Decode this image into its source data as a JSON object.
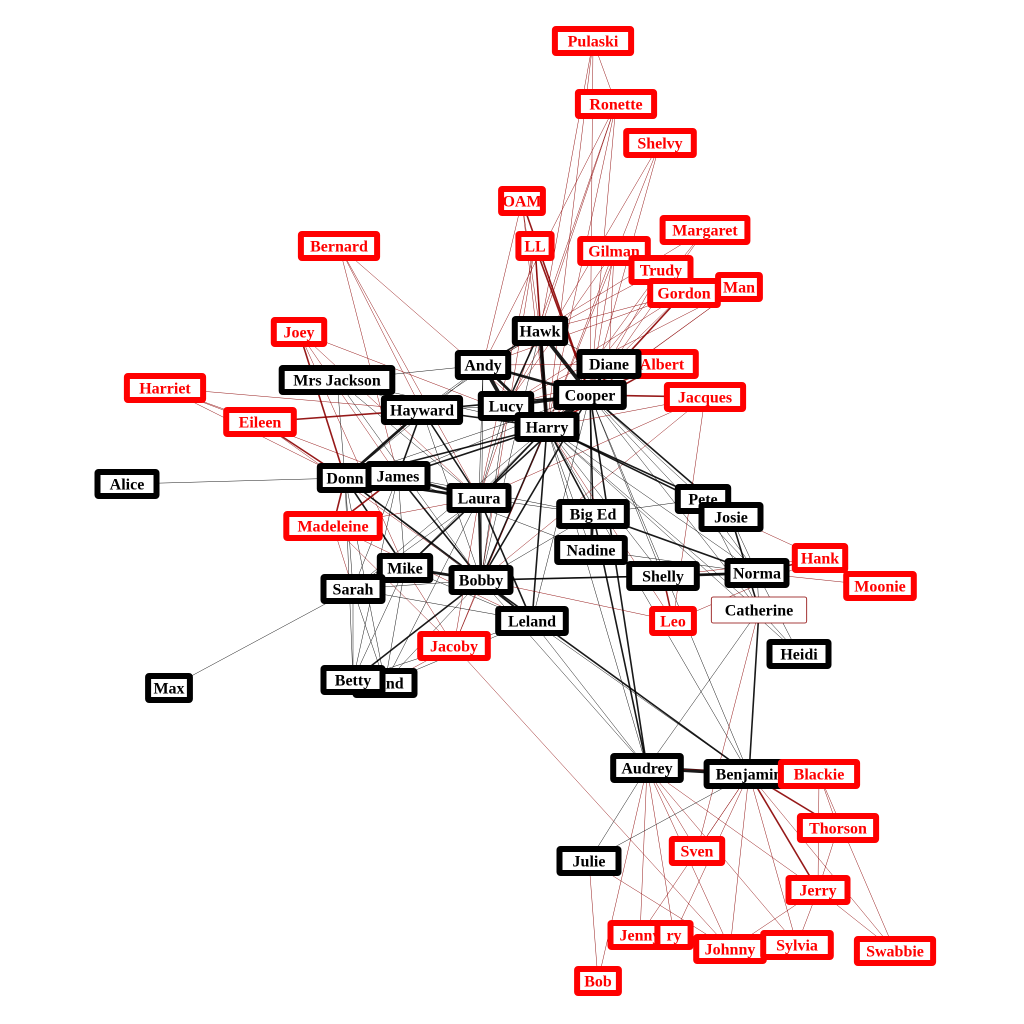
{
  "colors": {
    "main": "#000000",
    "minor": "#ff0000",
    "edge_main": "#000000",
    "edge_minor": "#8b0000",
    "edge_mixed": "#cc0000",
    "label_main": "#ffffff",
    "label_minor": "#ffffff",
    "outline_only": "#ffffff"
  },
  "nodes": [
    {
      "id": "Pulaski",
      "label": "Pulaski",
      "group": "minor"
    },
    {
      "id": "Ronette",
      "label": "Ronette",
      "group": "minor"
    },
    {
      "id": "Shelvy",
      "label": "Shelvy",
      "group": "minor"
    },
    {
      "id": "OAM",
      "label": "OAM",
      "group": "minor"
    },
    {
      "id": "Margaret",
      "label": "Margaret",
      "group": "minor"
    },
    {
      "id": "Bernard",
      "label": "Bernard",
      "group": "minor"
    },
    {
      "id": "LL",
      "label": "LL",
      "group": "minor"
    },
    {
      "id": "Gilman",
      "label": "Gilman",
      "group": "minor"
    },
    {
      "id": "Trudy",
      "label": "Trudy",
      "group": "minor"
    },
    {
      "id": "Man",
      "label": "Man",
      "group": "minor"
    },
    {
      "id": "Gordon",
      "label": "Gordon",
      "group": "minor"
    },
    {
      "id": "Joey",
      "label": "Joey",
      "group": "minor"
    },
    {
      "id": "Hawk",
      "label": "Hawk",
      "group": "main"
    },
    {
      "id": "Albert",
      "label": "Albert",
      "group": "minor"
    },
    {
      "id": "Diane",
      "label": "Diane",
      "group": "main"
    },
    {
      "id": "Andy",
      "label": "Andy",
      "group": "main"
    },
    {
      "id": "Mrs Jackson",
      "label": "Mrs Jackson",
      "group": "main"
    },
    {
      "id": "Harriet",
      "label": "Harriet",
      "group": "minor"
    },
    {
      "id": "Cooper",
      "label": "Cooper",
      "group": "main"
    },
    {
      "id": "Jacques",
      "label": "Jacques",
      "group": "minor"
    },
    {
      "id": "Hayward",
      "label": "Hayward",
      "group": "main"
    },
    {
      "id": "Lucy",
      "label": "Lucy",
      "group": "main"
    },
    {
      "id": "Eileen",
      "label": "Eileen",
      "group": "minor"
    },
    {
      "id": "Harry",
      "label": "Harry",
      "group": "main"
    },
    {
      "id": "Alice",
      "label": "Alice",
      "group": "main"
    },
    {
      "id": "Donna",
      "label": "Donn",
      "group": "main"
    },
    {
      "id": "James",
      "label": "James",
      "group": "main"
    },
    {
      "id": "Laura",
      "label": "Laura",
      "group": "main"
    },
    {
      "id": "Pete",
      "label": "Pete",
      "group": "main"
    },
    {
      "id": "Big Ed",
      "label": "Big Ed",
      "group": "main"
    },
    {
      "id": "Josie",
      "label": "Josie",
      "group": "main"
    },
    {
      "id": "Madeleine",
      "label": "Madeleine",
      "group": "minor"
    },
    {
      "id": "Nadine",
      "label": "Nadine",
      "group": "main"
    },
    {
      "id": "Hank",
      "label": "Hank",
      "group": "minor"
    },
    {
      "id": "Mike",
      "label": "Mike",
      "group": "main"
    },
    {
      "id": "Bobby",
      "label": "Bobby",
      "group": "main"
    },
    {
      "id": "Shelly",
      "label": "Shelly",
      "group": "main"
    },
    {
      "id": "Norma",
      "label": "Norma",
      "group": "main"
    },
    {
      "id": "Moonie",
      "label": "Moonie",
      "group": "minor"
    },
    {
      "id": "Sarah",
      "label": "Sarah",
      "group": "main"
    },
    {
      "id": "Catherine",
      "label": "Catherine",
      "group": "outline"
    },
    {
      "id": "Leland",
      "label": "Leland",
      "group": "main"
    },
    {
      "id": "Leo",
      "label": "Leo",
      "group": "minor"
    },
    {
      "id": "Jacoby",
      "label": "Jacoby",
      "group": "minor"
    },
    {
      "id": "Heidi",
      "label": "Heidi",
      "group": "main"
    },
    {
      "id": "Truman",
      "label": "rland",
      "group": "main"
    },
    {
      "id": "Betty",
      "label": "Betty",
      "group": "main"
    },
    {
      "id": "Max",
      "label": "Max",
      "group": "main"
    },
    {
      "id": "Audrey",
      "label": "Audrey",
      "group": "main"
    },
    {
      "id": "Benjamin",
      "label": "Benjamin",
      "group": "main"
    },
    {
      "id": "Blackie",
      "label": "Blackie",
      "group": "minor"
    },
    {
      "id": "Thorson",
      "label": "Thorson",
      "group": "minor"
    },
    {
      "id": "Sven",
      "label": "Sven",
      "group": "minor"
    },
    {
      "id": "Julie",
      "label": "Julie",
      "group": "main"
    },
    {
      "id": "Jerry",
      "label": "Jerry",
      "group": "minor"
    },
    {
      "id": "Jenny",
      "label": "Jenny",
      "group": "minor"
    },
    {
      "id": "Terry",
      "label": "ry",
      "group": "minor"
    },
    {
      "id": "Johnny",
      "label": "Johnny",
      "group": "minor"
    },
    {
      "id": "Sylvia",
      "label": "Sylvia",
      "group": "minor"
    },
    {
      "id": "Swabbie",
      "label": "Swabbie",
      "group": "minor"
    },
    {
      "id": "Bob",
      "label": "Bob",
      "group": "minor"
    }
  ],
  "edges": [
    [
      "Pulaski",
      "Ronette",
      1
    ],
    [
      "Pulaski",
      "Hawk",
      1
    ],
    [
      "Pulaski",
      "Cooper",
      1
    ],
    [
      "Pulaski",
      "Harry",
      1
    ],
    [
      "Ronette",
      "Hawk",
      1
    ],
    [
      "Ronette",
      "Cooper",
      1
    ],
    [
      "Ronette",
      "Harry",
      1
    ],
    [
      "Ronette",
      "Andy",
      1
    ],
    [
      "Ronette",
      "Laura",
      1
    ],
    [
      "Shelvy",
      "Cooper",
      1
    ],
    [
      "Shelvy",
      "Harry",
      1
    ],
    [
      "Shelvy",
      "Lucy",
      1
    ],
    [
      "OAM",
      "Hawk",
      1
    ],
    [
      "OAM",
      "Cooper",
      2
    ],
    [
      "OAM",
      "Harry",
      1
    ],
    [
      "OAM",
      "Andy",
      1
    ],
    [
      "Margaret",
      "Cooper",
      1
    ],
    [
      "Margaret",
      "Harry",
      1
    ],
    [
      "Margaret",
      "Hawk",
      1
    ],
    [
      "Bernard",
      "Hayward",
      1
    ],
    [
      "Bernard",
      "James",
      1
    ],
    [
      "Bernard",
      "Harry",
      1
    ],
    [
      "Bernard",
      "Laura",
      1
    ],
    [
      "LL",
      "Cooper",
      2
    ],
    [
      "LL",
      "Harry",
      2
    ],
    [
      "LL",
      "Hawk",
      1
    ],
    [
      "LL",
      "Bobby",
      1
    ],
    [
      "LL",
      "Laura",
      1
    ],
    [
      "Gilman",
      "Cooper",
      1
    ],
    [
      "Gilman",
      "Harry",
      1
    ],
    [
      "Gilman",
      "Diane",
      1
    ],
    [
      "Gilman",
      "Lucy",
      1
    ],
    [
      "Trudy",
      "Cooper",
      1
    ],
    [
      "Trudy",
      "Harry",
      1
    ],
    [
      "Trudy",
      "Andy",
      1
    ],
    [
      "Man",
      "Cooper",
      1
    ],
    [
      "Man",
      "Harry",
      1
    ],
    [
      "Man",
      "Lucy",
      1
    ],
    [
      "Gordon",
      "Cooper",
      2
    ],
    [
      "Gordon",
      "Harry",
      1
    ],
    [
      "Gordon",
      "Hawk",
      1
    ],
    [
      "Gordon",
      "Andy",
      1
    ],
    [
      "Gordon",
      "Lucy",
      1
    ],
    [
      "Joey",
      "Donna",
      2
    ],
    [
      "Joey",
      "James",
      1
    ],
    [
      "Joey",
      "Harry",
      1
    ],
    [
      "Joey",
      "Mike",
      1
    ],
    [
      "Joey",
      "Laura",
      1
    ],
    [
      "Hawk",
      "Cooper",
      4
    ],
    [
      "Hawk",
      "Harry",
      4
    ],
    [
      "Hawk",
      "Andy",
      2
    ],
    [
      "Hawk",
      "Lucy",
      2
    ],
    [
      "Hawk",
      "Diane",
      1
    ],
    [
      "Hawk",
      "Bobby",
      1
    ],
    [
      "Hawk",
      "Hayward",
      1
    ],
    [
      "Albert",
      "Cooper",
      2
    ],
    [
      "Albert",
      "Harry",
      2
    ],
    [
      "Albert",
      "Lucy",
      1
    ],
    [
      "Albert",
      "Andy",
      1
    ],
    [
      "Diane",
      "Cooper",
      3
    ],
    [
      "Diane",
      "Harry",
      1
    ],
    [
      "Andy",
      "Cooper",
      3
    ],
    [
      "Andy",
      "Harry",
      3
    ],
    [
      "Andy",
      "Lucy",
      4
    ],
    [
      "Andy",
      "Hayward",
      1
    ],
    [
      "Andy",
      "Donna",
      1
    ],
    [
      "Andy",
      "Bobby",
      1
    ],
    [
      "Andy",
      "Laura",
      1
    ],
    [
      "Mrs Jackson",
      "Hayward",
      1
    ],
    [
      "Mrs Jackson",
      "Laura",
      1
    ],
    [
      "Mrs Jackson",
      "Harry",
      1
    ],
    [
      "Mrs Jackson",
      "Donna",
      1
    ],
    [
      "Mrs Jackson",
      "Bobby",
      1
    ],
    [
      "Mrs Jackson",
      "Andy",
      1
    ],
    [
      "Harriet",
      "Donna",
      1
    ],
    [
      "Harriet",
      "Hayward",
      1
    ],
    [
      "Harriet",
      "James",
      1
    ],
    [
      "Harriet",
      "Eileen",
      1
    ],
    [
      "Cooper",
      "Harry",
      5
    ],
    [
      "Cooper",
      "Lucy",
      3
    ],
    [
      "Cooper",
      "Jacques",
      2
    ],
    [
      "Cooper",
      "Hayward",
      2
    ],
    [
      "Cooper",
      "Laura",
      2
    ],
    [
      "Cooper",
      "Bobby",
      2
    ],
    [
      "Cooper",
      "Big Ed",
      2
    ],
    [
      "Cooper",
      "Norma",
      1
    ],
    [
      "Cooper",
      "Josie",
      2
    ],
    [
      "Cooper",
      "Pete",
      1
    ],
    [
      "Cooper",
      "Shelly",
      1
    ],
    [
      "Cooper",
      "Audrey",
      2
    ],
    [
      "Cooper",
      "Benjamin",
      1
    ],
    [
      "Cooper",
      "Leland",
      1
    ],
    [
      "Cooper",
      "Donna",
      1
    ],
    [
      "Cooper",
      "James",
      1
    ],
    [
      "Cooper",
      "Nadine",
      1
    ],
    [
      "Cooper",
      "Catherine",
      1
    ],
    [
      "Jacques",
      "Harry",
      1
    ],
    [
      "Jacques",
      "Leo",
      1
    ],
    [
      "Jacques",
      "Laura",
      1
    ],
    [
      "Jacques",
      "Bobby",
      1
    ],
    [
      "Hayward",
      "Harry",
      2
    ],
    [
      "Hayward",
      "Donna",
      3
    ],
    [
      "Hayward",
      "James",
      2
    ],
    [
      "Hayward",
      "Laura",
      2
    ],
    [
      "Hayward",
      "Eileen",
      2
    ],
    [
      "Hayward",
      "Bobby",
      1
    ],
    [
      "Hayward",
      "Lucy",
      1
    ],
    [
      "Lucy",
      "Harry",
      3
    ],
    [
      "Lucy",
      "Laura",
      1
    ],
    [
      "Lucy",
      "Bobby",
      1
    ],
    [
      "Eileen",
      "Donna",
      2
    ],
    [
      "Eileen",
      "Bobby",
      1
    ],
    [
      "Harry",
      "Laura",
      2
    ],
    [
      "Harry",
      "Big Ed",
      2
    ],
    [
      "Harry",
      "Bobby",
      2
    ],
    [
      "Harry",
      "Leland",
      2
    ],
    [
      "Harry",
      "James",
      2
    ],
    [
      "Harry",
      "Donna",
      2
    ],
    [
      "Harry",
      "Josie",
      2
    ],
    [
      "Harry",
      "Pete",
      2
    ],
    [
      "Harry",
      "Norma",
      1
    ],
    [
      "Harry",
      "Shelly",
      1
    ],
    [
      "Harry",
      "Nadine",
      1
    ],
    [
      "Harry",
      "Audrey",
      1
    ],
    [
      "Harry",
      "Benjamin",
      1
    ],
    [
      "Harry",
      "Mike",
      1
    ],
    [
      "Harry",
      "Jacoby",
      1
    ],
    [
      "Harry",
      "Leo",
      1
    ],
    [
      "Harry",
      "Heidi",
      1
    ],
    [
      "Harry",
      "Catherine",
      1
    ],
    [
      "Harry",
      "Sarah",
      1
    ],
    [
      "Alice",
      "Donna",
      1
    ],
    [
      "Donna",
      "James",
      3
    ],
    [
      "Donna",
      "Laura",
      3
    ],
    [
      "Donna",
      "Mike",
      2
    ],
    [
      "Donna",
      "Bobby",
      2
    ],
    [
      "Donna",
      "Madeleine",
      2
    ],
    [
      "Donna",
      "Sarah",
      1
    ],
    [
      "Donna",
      "Betty",
      1
    ],
    [
      "Donna",
      "Truman",
      1
    ],
    [
      "Donna",
      "Leland",
      1
    ],
    [
      "James",
      "Laura",
      3
    ],
    [
      "James",
      "Madeleine",
      2
    ],
    [
      "James",
      "Mike",
      1
    ],
    [
      "James",
      "Bobby",
      2
    ],
    [
      "James",
      "Sarah",
      1
    ],
    [
      "James",
      "Betty",
      1
    ],
    [
      "James",
      "Big Ed",
      1
    ],
    [
      "James",
      "Nadine",
      1
    ],
    [
      "Laura",
      "Bobby",
      3
    ],
    [
      "Laura",
      "Mike",
      2
    ],
    [
      "Laura",
      "Leland",
      2
    ],
    [
      "Laura",
      "Sarah",
      1
    ],
    [
      "Laura",
      "Jacoby",
      1
    ],
    [
      "Laura",
      "Big Ed",
      1
    ],
    [
      "Laura",
      "Truman",
      1
    ],
    [
      "Laura",
      "Madeleine",
      1
    ],
    [
      "Pete",
      "Josie",
      3
    ],
    [
      "Pete",
      "Norma",
      1
    ],
    [
      "Pete",
      "Big Ed",
      1
    ],
    [
      "Pete",
      "Catherine",
      1
    ],
    [
      "Big Ed",
      "Nadine",
      3
    ],
    [
      "Big Ed",
      "Norma",
      2
    ],
    [
      "Big Ed",
      "Bobby",
      1
    ],
    [
      "Big Ed",
      "Audrey",
      2
    ],
    [
      "Josie",
      "Catherine",
      2
    ],
    [
      "Josie",
      "Norma",
      1
    ],
    [
      "Madeleine",
      "Leland",
      1
    ],
    [
      "Madeleine",
      "Sarah",
      1
    ],
    [
      "Madeleine",
      "Jacoby",
      1
    ],
    [
      "Nadine",
      "Shelly",
      1
    ],
    [
      "Nadine",
      "Norma",
      1
    ],
    [
      "Hank",
      "Norma",
      2
    ],
    [
      "Hank",
      "Shelly",
      1
    ],
    [
      "Hank",
      "Leo",
      1
    ],
    [
      "Hank",
      "Josie",
      1
    ],
    [
      "Mike",
      "Bobby",
      3
    ],
    [
      "Mike",
      "Sarah",
      1
    ],
    [
      "Mike",
      "Betty",
      1
    ],
    [
      "Mike",
      "Truman",
      1
    ],
    [
      "Mike",
      "Jacoby",
      1
    ],
    [
      "Mike",
      "Leland",
      1
    ],
    [
      "Bobby",
      "Shelly",
      2
    ],
    [
      "Bobby",
      "Leland",
      2
    ],
    [
      "Bobby",
      "Betty",
      2
    ],
    [
      "Bobby",
      "Truman",
      1
    ],
    [
      "Bobby",
      "Norma",
      1
    ],
    [
      "Bobby",
      "Jacoby",
      1
    ],
    [
      "Bobby",
      "Leo",
      1
    ],
    [
      "Bobby",
      "Sarah",
      1
    ],
    [
      "Bobby",
      "Audrey",
      1
    ],
    [
      "Bobby",
      "Benjamin",
      2
    ],
    [
      "Shelly",
      "Norma",
      3
    ],
    [
      "Shelly",
      "Leo",
      2
    ],
    [
      "Norma",
      "Catherine",
      1
    ],
    [
      "Norma",
      "Moonie",
      1
    ],
    [
      "Norma",
      "Heidi",
      1
    ],
    [
      "Sarah",
      "Leland",
      1
    ],
    [
      "Sarah",
      "Max",
      1
    ],
    [
      "Sarah",
      "Betty",
      1
    ],
    [
      "Sarah",
      "Truman",
      1
    ],
    [
      "Catherine",
      "Benjamin",
      2
    ],
    [
      "Catherine",
      "Audrey",
      1
    ],
    [
      "Catherine",
      "Heidi",
      1
    ],
    [
      "Catherine",
      "Sven",
      1
    ],
    [
      "Leland",
      "Benjamin",
      1
    ],
    [
      "Leland",
      "Audrey",
      1
    ],
    [
      "Leland",
      "Betty",
      1
    ],
    [
      "Leland",
      "Truman",
      1
    ],
    [
      "Jacoby",
      "Johnny",
      1
    ],
    [
      "Jacoby",
      "Truman",
      1
    ],
    [
      "Betty",
      "Truman",
      2
    ],
    [
      "Audrey",
      "Benjamin",
      4
    ],
    [
      "Audrey",
      "Julie",
      1
    ],
    [
      "Audrey",
      "Bob",
      1
    ],
    [
      "Audrey",
      "Jenny",
      1
    ],
    [
      "Audrey",
      "Terry",
      1
    ],
    [
      "Audrey",
      "Johnny",
      1
    ],
    [
      "Audrey",
      "Sven",
      1
    ],
    [
      "Audrey",
      "Blackie",
      1
    ],
    [
      "Audrey",
      "Jerry",
      1
    ],
    [
      "Audrey",
      "Sylvia",
      1
    ],
    [
      "Benjamin",
      "Blackie",
      3
    ],
    [
      "Benjamin",
      "Thorson",
      2
    ],
    [
      "Benjamin",
      "Jerry",
      2
    ],
    [
      "Benjamin",
      "Johnny",
      1
    ],
    [
      "Benjamin",
      "Sylvia",
      1
    ],
    [
      "Benjamin",
      "Swabbie",
      1
    ],
    [
      "Benjamin",
      "Sven",
      1
    ],
    [
      "Benjamin",
      "Julie",
      1
    ],
    [
      "Benjamin",
      "Jenny",
      1
    ],
    [
      "Benjamin",
      "Terry",
      1
    ],
    [
      "Blackie",
      "Jerry",
      1
    ],
    [
      "Blackie",
      "Thorson",
      1
    ],
    [
      "Blackie",
      "Swabbie",
      1
    ],
    [
      "Jerry",
      "Johnny",
      1
    ],
    [
      "Jerry",
      "Sylvia",
      1
    ],
    [
      "Jerry",
      "Swabbie",
      1
    ],
    [
      "Jerry",
      "Thorson",
      1
    ],
    [
      "Julie",
      "Bob",
      1
    ],
    [
      "Julie",
      "Johnny",
      1
    ]
  ]
}
